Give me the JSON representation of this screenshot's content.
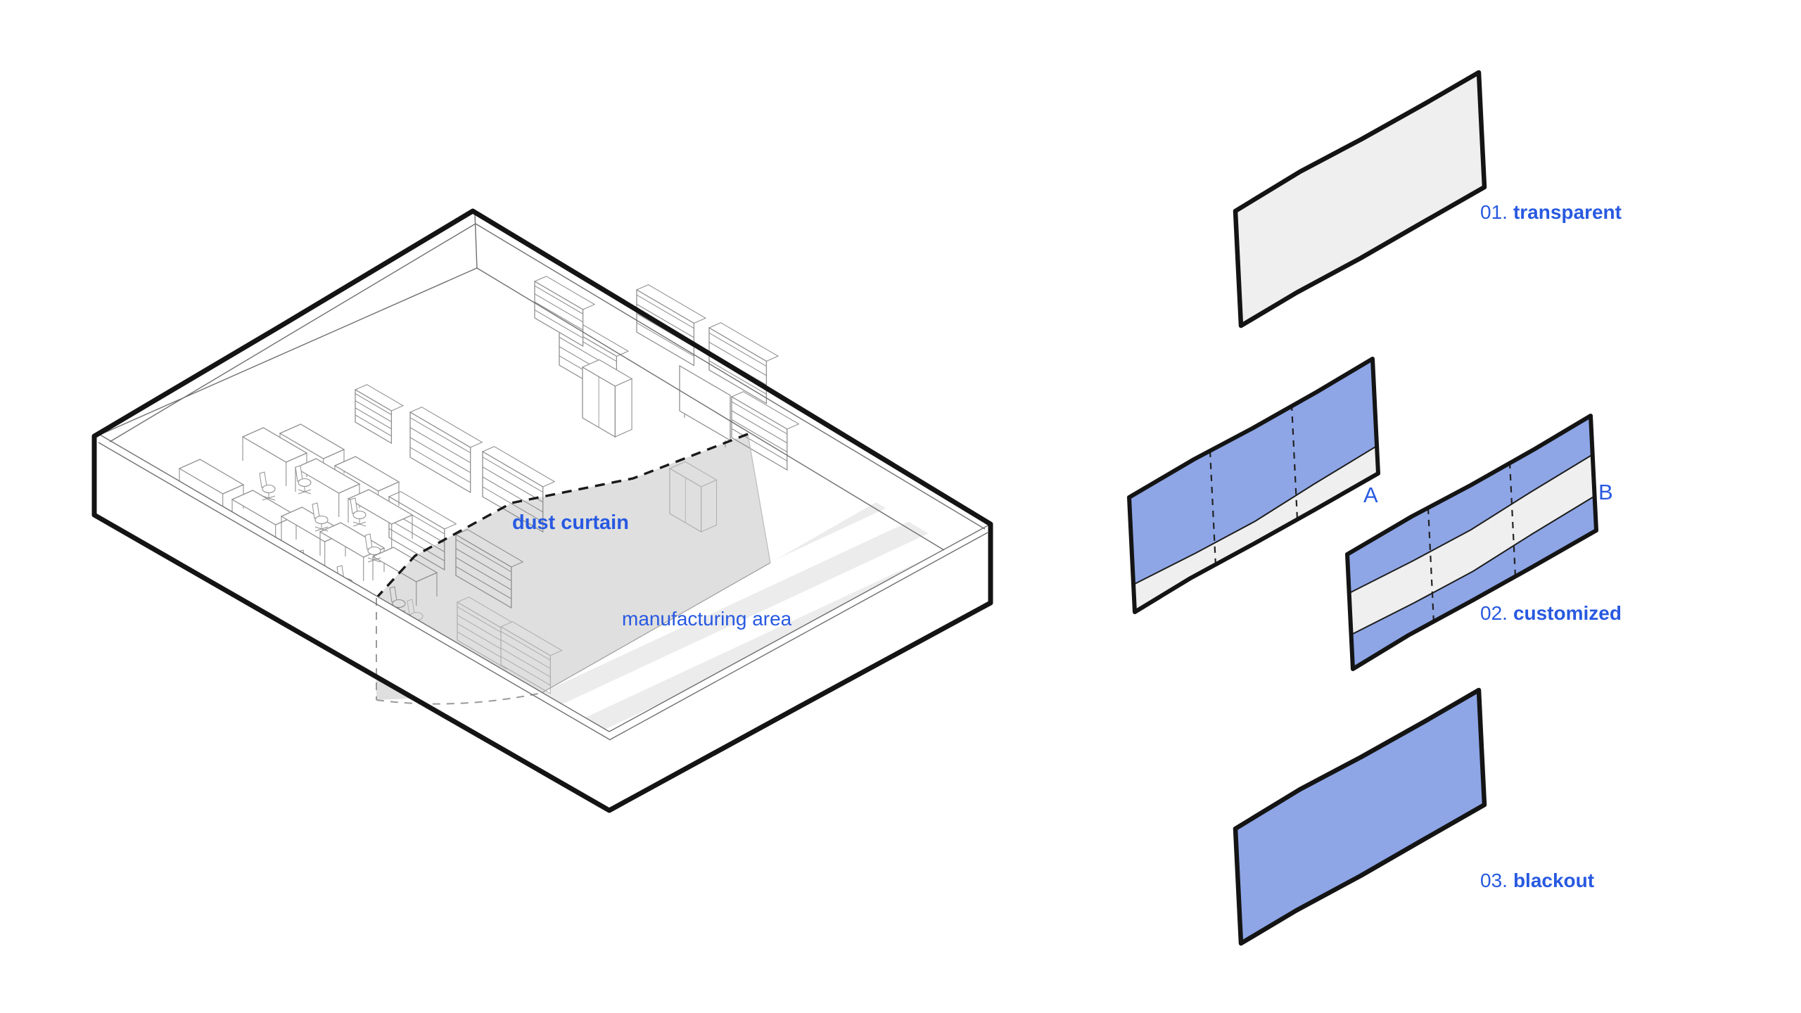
{
  "colors": {
    "accent_blue": "#2859E0",
    "panel_blue": "#8EA6E6",
    "panel_gray": "#EFEFEF",
    "stripe_gray": "#ECECEC",
    "curtain_gray": "#8C8C8C",
    "outline_black": "#141414"
  },
  "room": {
    "dust_curtain_label": "dust curtain",
    "manufacturing_area_label": "manufacturing area"
  },
  "options": [
    {
      "number": "01.",
      "name": "transparent"
    },
    {
      "number": "02.",
      "name": "customized",
      "variant_a": "A",
      "variant_b": "B"
    },
    {
      "number": "03.",
      "name": "blackout"
    }
  ]
}
